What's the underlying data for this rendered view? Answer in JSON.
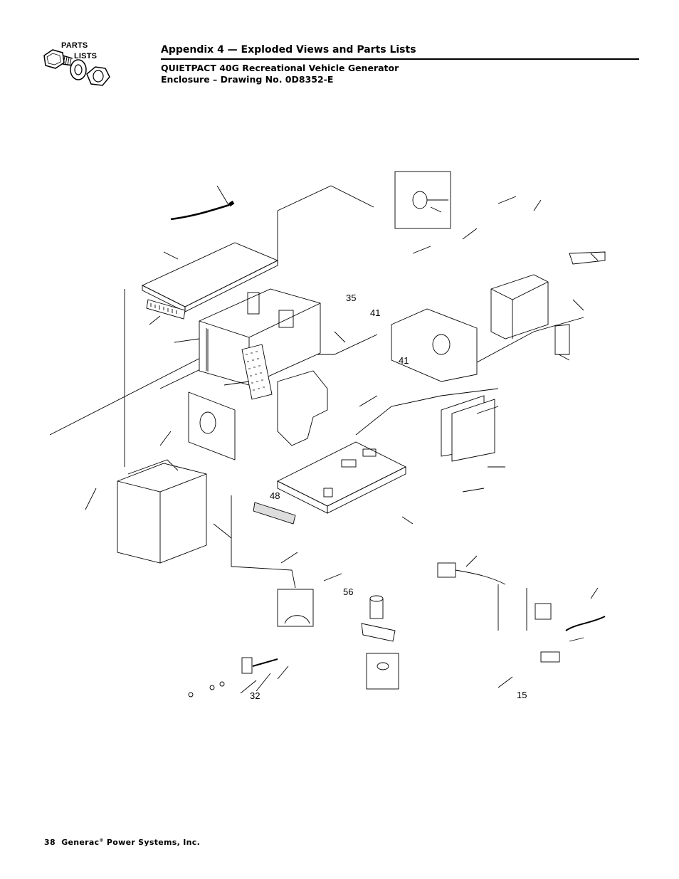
{
  "logo": {
    "line1": "PARTS",
    "line2": "LISTS",
    "icon": "nut-bolt-washer-icon"
  },
  "header": {
    "title": "Appendix 4 — Exploded Views and Parts Lists",
    "subtitle1": "QUIETPACT 40G Recreational Vehicle Generator",
    "subtitle2": "Enclosure – Drawing No. 0D8352-E"
  },
  "drawing": {
    "callouts": [
      "35",
      "41",
      "41",
      "48",
      "56",
      "32",
      "15"
    ]
  },
  "footer": {
    "page_number": "38",
    "company": "Generac",
    "registered": "®",
    "company_suffix": "Power Systems, Inc."
  }
}
